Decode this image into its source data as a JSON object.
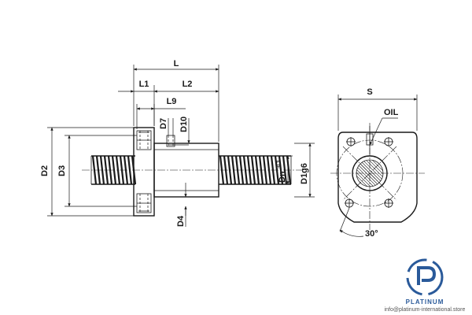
{
  "labels": {
    "L": "L",
    "L1": "L1",
    "L2": "L2",
    "L9": "L9",
    "D7": "D7",
    "D10": "D10",
    "D2": "D2",
    "D3": "D3",
    "D4": "D4",
    "Dn": "Dn",
    "Dn_sup": "-0.3",
    "D1g6": "D1g6",
    "S": "S",
    "OIL": "OIL",
    "angle": "30°"
  },
  "brand": {
    "name": "PLATINUM",
    "email": "info@platinum-international.store",
    "color": "#2a5a9a"
  }
}
